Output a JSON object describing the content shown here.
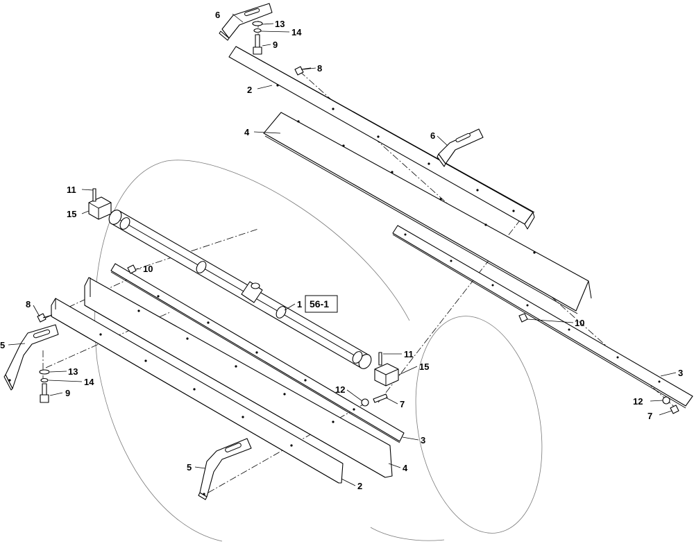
{
  "labels": {
    "l1": "1",
    "l2a": "2",
    "l2b": "2",
    "l3a": "3",
    "l3b": "3",
    "l4a": "4",
    "l4b": "4",
    "l5a": "5",
    "l5b": "5",
    "l6a": "6",
    "l6b": "6",
    "l7a": "7",
    "l7b": "7",
    "l8a": "8",
    "l8b": "8",
    "l9a": "9",
    "l9b": "9",
    "l10a": "10",
    "l10b": "10",
    "l11a": "11",
    "l11b": "11",
    "l12a": "12",
    "l12b": "12",
    "l13a": "13",
    "l13b": "13",
    "l14a": "14",
    "l14b": "14",
    "l15a": "15",
    "l15b": "15"
  },
  "reference": "56-1"
}
